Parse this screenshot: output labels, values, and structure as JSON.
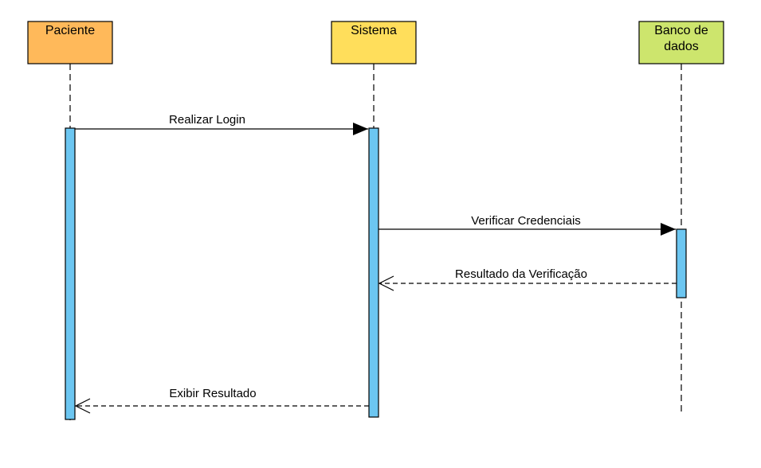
{
  "actors": [
    {
      "id": "paciente",
      "lines": [
        "Paciente"
      ],
      "fill": "#FFB95A"
    },
    {
      "id": "sistema",
      "lines": [
        "Sistema"
      ],
      "fill": "#FFDE5B"
    },
    {
      "id": "banco",
      "lines": [
        "Banco de",
        "dados"
      ],
      "fill": "#CDE56D"
    }
  ],
  "activation_color": "#6CC6F1",
  "messages": [
    {
      "label": "Realizar Login",
      "from": "paciente",
      "to": "sistema",
      "style": "solid"
    },
    {
      "label": "Verificar Credenciais",
      "from": "sistema",
      "to": "banco",
      "style": "solid"
    },
    {
      "label": "Resultado da Verificação",
      "from": "banco",
      "to": "sistema",
      "style": "dashed"
    },
    {
      "label": "Exibir Resultado",
      "from": "sistema",
      "to": "paciente",
      "style": "dashed"
    }
  ]
}
